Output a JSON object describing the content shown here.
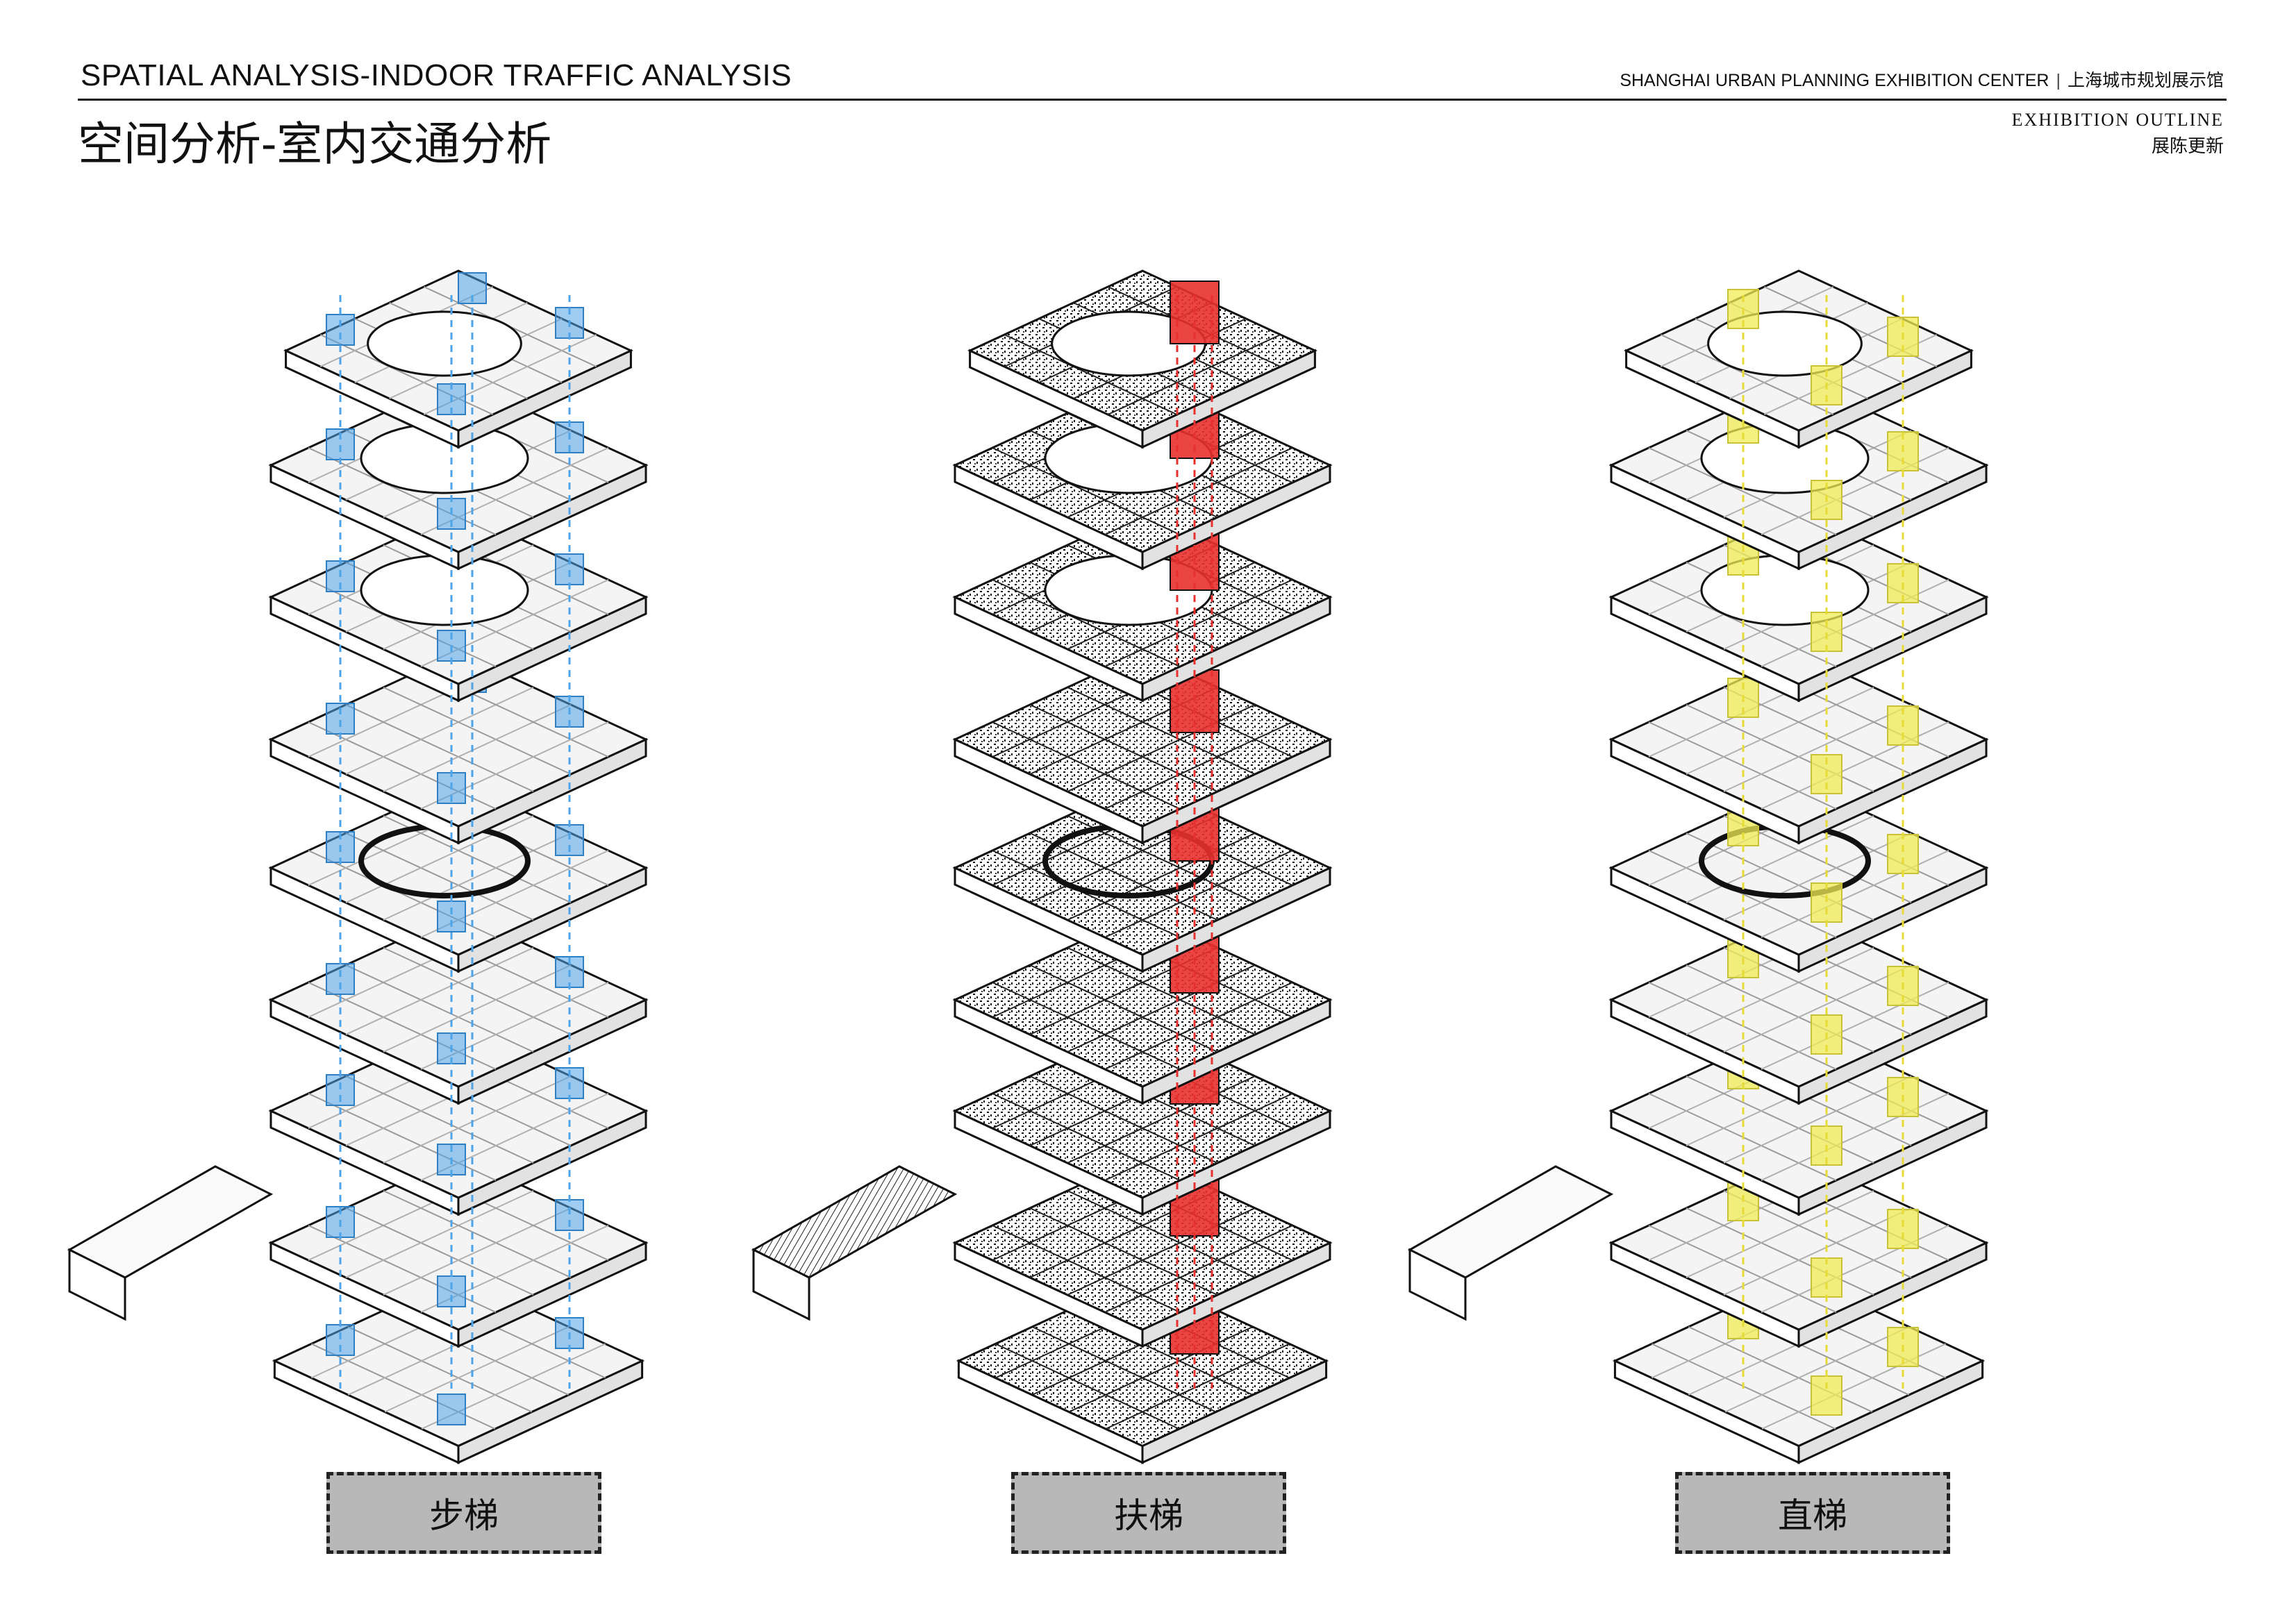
{
  "header": {
    "title_en": "SPATIAL ANALYSIS-INDOOR TRAFFIC ANALYSIS",
    "title_cn": "空间分析-室内交通分析",
    "org_en": "SHANGHAI URBAN PLANNING EXHIBITION CENTER",
    "org_sep": "|",
    "org_cn": "上海城市规划展示馆",
    "outline_en": "EXHIBITION OUTLINE",
    "outline_cn": "展陈更新"
  },
  "panels": [
    {
      "label": "步梯",
      "accent": "#4fa3e8",
      "style": "light"
    },
    {
      "label": "扶梯",
      "accent": "#e8312f",
      "style": "dense"
    },
    {
      "label": "直梯",
      "accent": "#f2ec56",
      "style": "light"
    }
  ],
  "colors": {
    "stair": "#4fa3e8",
    "escalator": "#e8312f",
    "elevator": "#f2ec56",
    "label_box": "#b8b8b8",
    "line": "#111111"
  }
}
